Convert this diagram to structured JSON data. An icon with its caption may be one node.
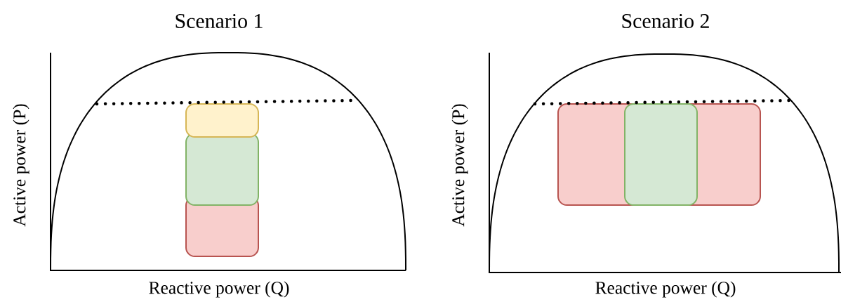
{
  "diagram": {
    "labels": [
      "Scenario 1",
      "Active power (P)",
      "Reactive power (Q)",
      "Scenario 2",
      "Active power (P)",
      "Reactive power (Q)"
    ]
  }
}
